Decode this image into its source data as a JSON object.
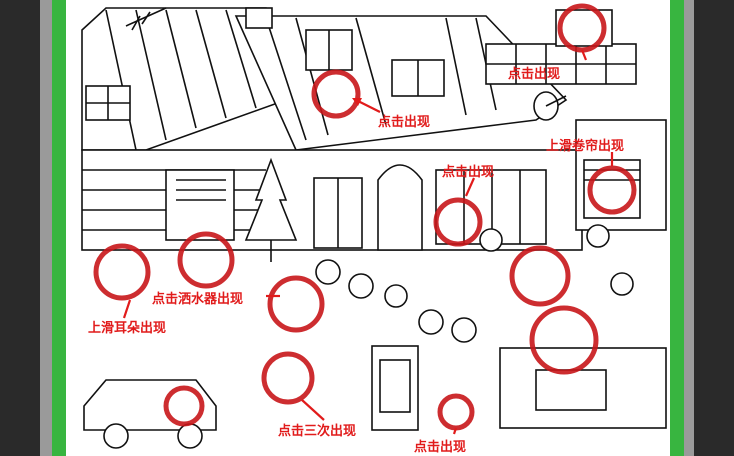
{
  "hints": {
    "window_dog": "点击出现",
    "balcony_dog": "点击出现",
    "blind_dog": "上滑卷帘出现",
    "door_dog": "点击出现",
    "sprinkler_dog": "点击洒水器出现",
    "ear_dog": "上滑耳朵出现",
    "triple_dog": "点击三次出现",
    "ground_dog": "点击出现"
  },
  "colors": {
    "hint_red": "#e11b1b",
    "frame_green": "#38b540",
    "frame_dark": "#2a2a2a"
  }
}
